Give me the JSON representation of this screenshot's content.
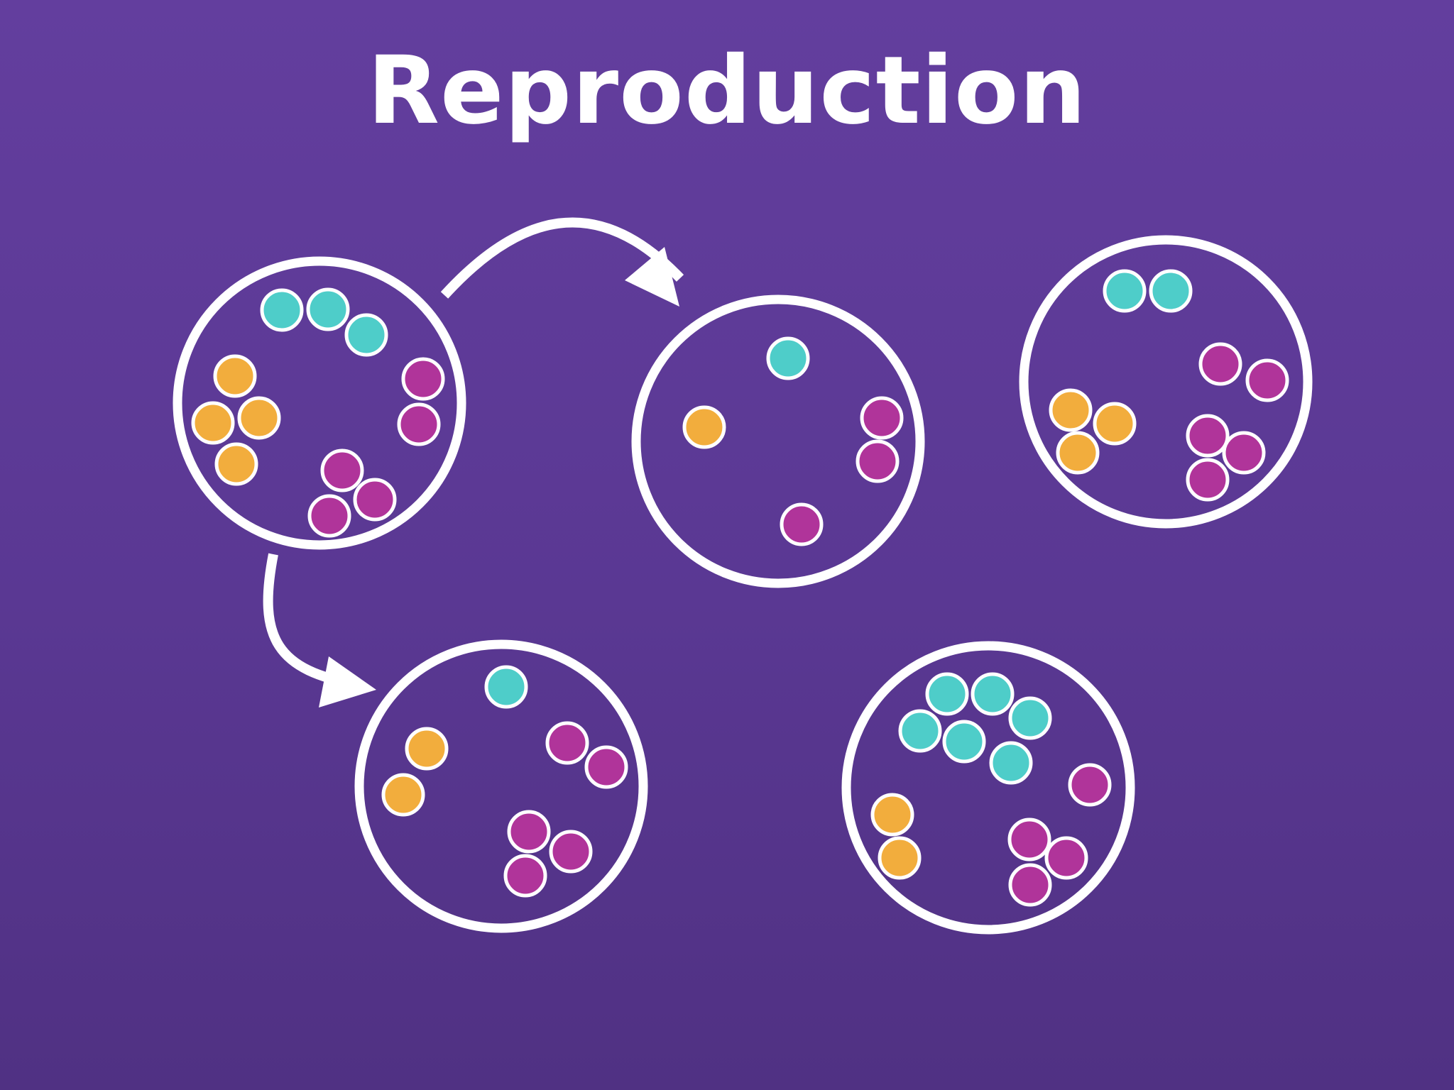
{
  "title": "Reproduction",
  "colors": {
    "background": "#5e3a96",
    "outline": "#ffffff",
    "teal": "#4ecdc9",
    "orange": "#f2ad3d",
    "magenta": "#b0349a"
  },
  "cells": [
    {
      "id": "parent",
      "dots": [
        "teal",
        "teal",
        "teal",
        "orange",
        "orange",
        "orange",
        "orange",
        "magenta",
        "magenta",
        "magenta",
        "magenta",
        "magenta"
      ]
    },
    {
      "id": "offspring-1",
      "dots": [
        "teal",
        "orange",
        "magenta",
        "magenta",
        "magenta"
      ]
    },
    {
      "id": "offspring-2",
      "dots": [
        "teal",
        "orange",
        "orange",
        "magenta",
        "magenta",
        "magenta",
        "magenta",
        "magenta"
      ]
    },
    {
      "id": "grown-offspring-1",
      "dots": [
        "teal",
        "teal",
        "magenta",
        "magenta",
        "orange",
        "orange",
        "orange",
        "magenta",
        "magenta",
        "magenta"
      ]
    },
    {
      "id": "grown-offspring-2",
      "dots": [
        "teal",
        "teal",
        "teal",
        "teal",
        "teal",
        "teal",
        "magenta",
        "orange",
        "orange",
        "magenta",
        "magenta",
        "magenta"
      ]
    }
  ],
  "arrows": [
    {
      "from": "parent",
      "to": "offspring-1"
    },
    {
      "from": "parent",
      "to": "offspring-2"
    }
  ]
}
